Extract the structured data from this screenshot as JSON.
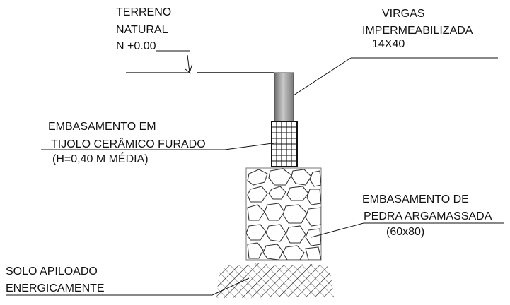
{
  "labels": {
    "terreno": [
      "TERRENO",
      "NATURAL",
      "N +0.00"
    ],
    "virgas": [
      "VIRGAS",
      "IMPERMEABILIZADA",
      "14X40"
    ],
    "embasamento_tijolo": [
      "EMBASAMENTO EM",
      "TIJOLO CERÂMICO FURADO",
      "(H=0,40 M MÉDIA)"
    ],
    "embasamento_pedra": [
      "EMBASAMENTO DE",
      "PEDRA ARGAMASSADA",
      "(60x80)"
    ],
    "solo": [
      "SOLO APILOADO",
      "ENERGICAMENTE"
    ]
  },
  "colors": {
    "line": "#111111",
    "beam_gray": "#a8a8a8",
    "background": "#ffffff"
  }
}
